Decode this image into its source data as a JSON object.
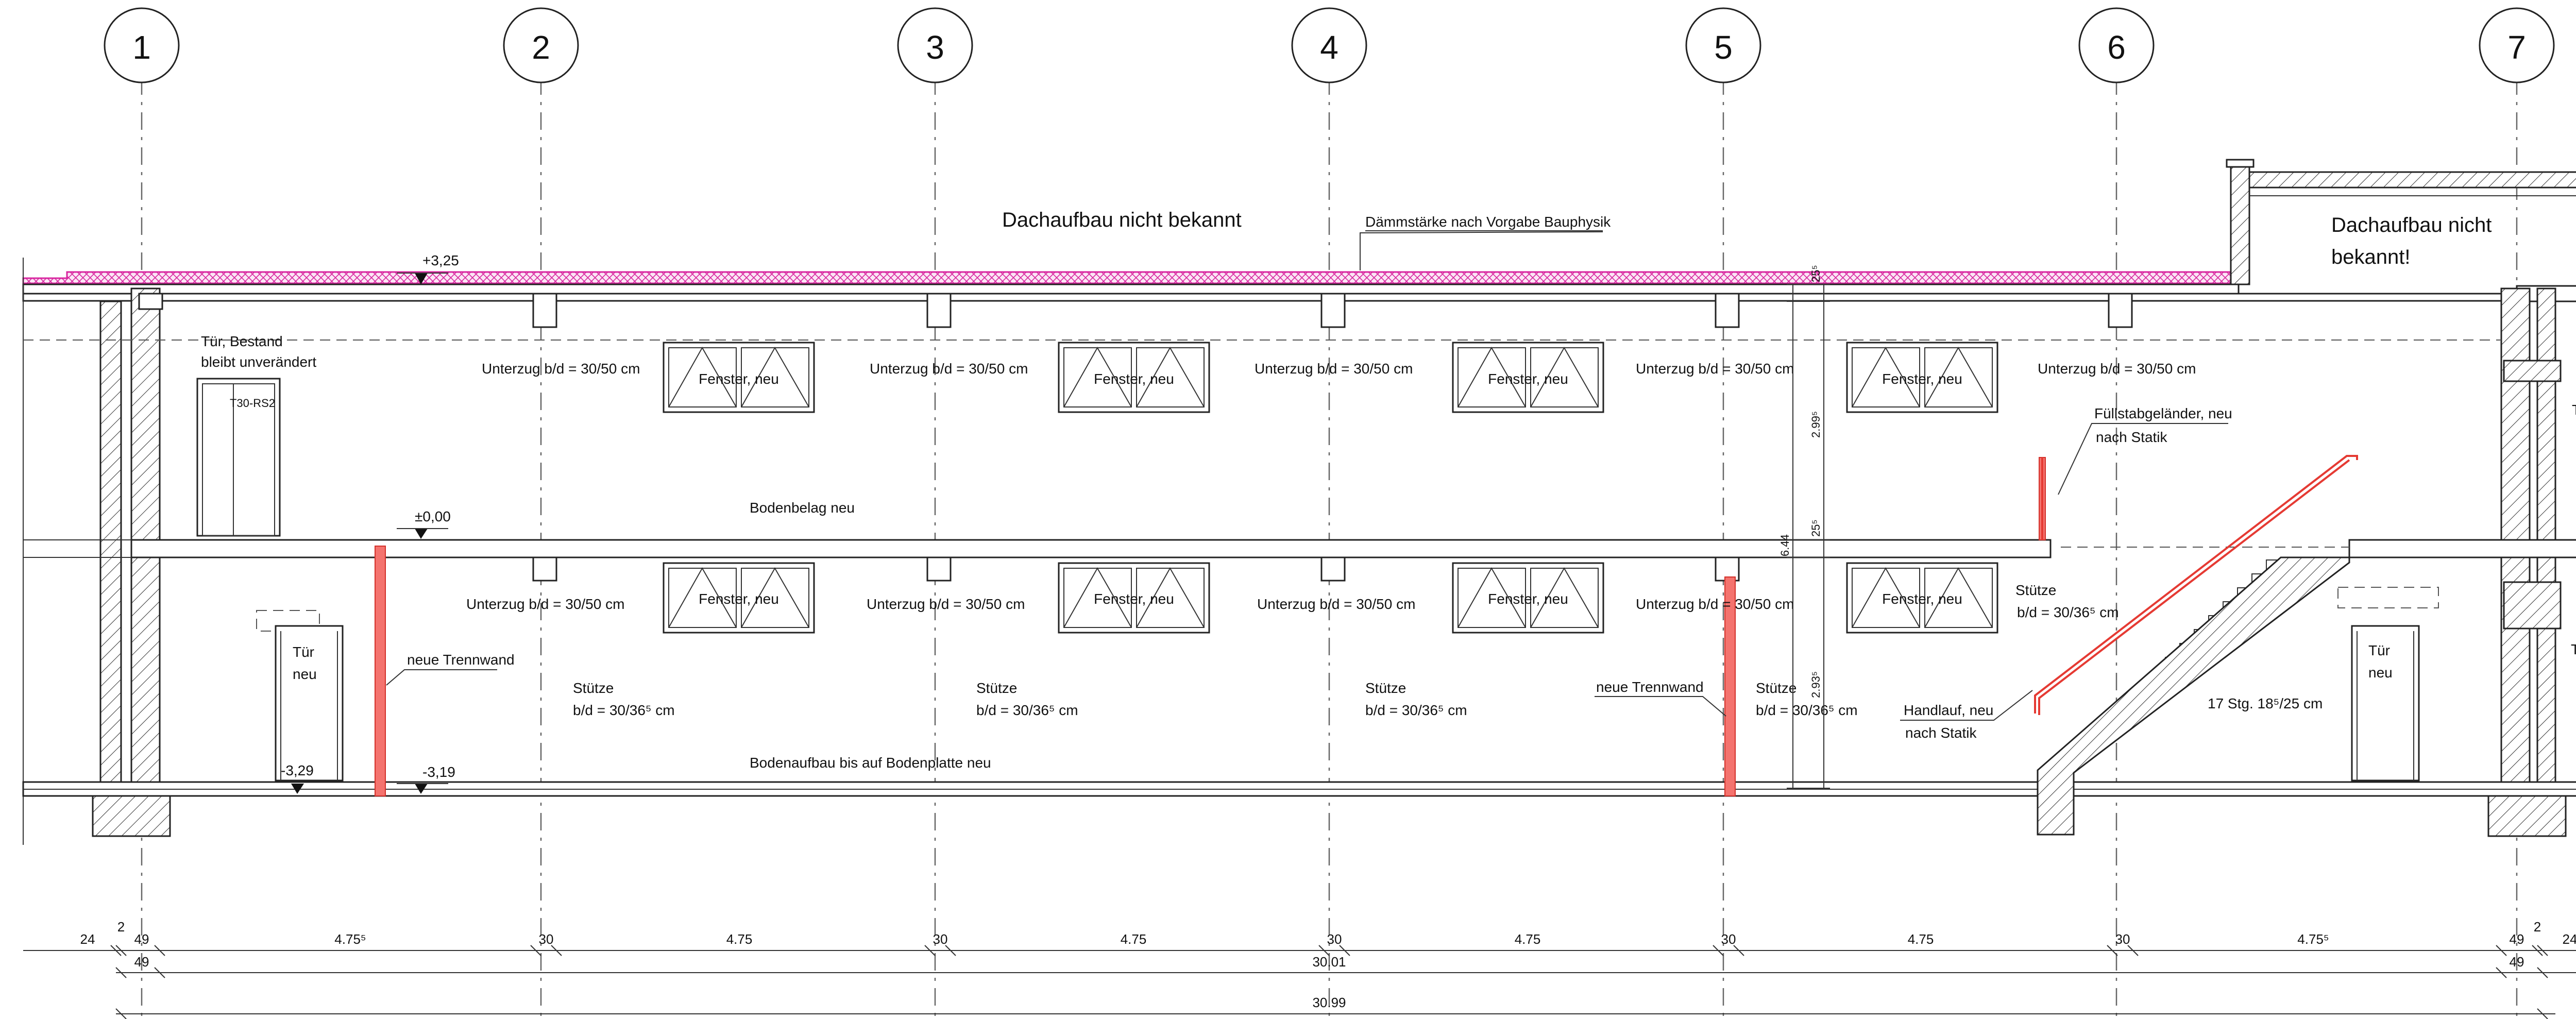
{
  "axes": [
    {
      "label": "1"
    },
    {
      "label": "2"
    },
    {
      "label": "3"
    },
    {
      "label": "4"
    },
    {
      "label": "5"
    },
    {
      "label": "6"
    },
    {
      "label": "7"
    }
  ],
  "roof": {
    "left_note": "Dachaufbau nicht bekannt",
    "insulation_note": "Dämmstärke nach Vorgabe Bauphysik",
    "right_note_line1": "Dachaufbau nicht",
    "right_note_line2": "bekannt!"
  },
  "levels": {
    "roof": "+3,25",
    "ground": "±0,00",
    "basement": "-3,19",
    "basement_door": "-3,29"
  },
  "upper_floor": {
    "door_note_line1": "Tür, Bestand",
    "door_note_line2": "bleibt unverändert",
    "door_tag": "T30-RS2",
    "beam_label": "Unterzug b/d = 30/50 cm",
    "window_label": "Fenster, neu",
    "floor_note": "Bodenbelag neu",
    "railing_note_line1": "Füllstabgeländer, neu",
    "railing_note_line2": "nach Statik",
    "right_door": "Tür, neu"
  },
  "lower_floor": {
    "door_line1": "Tür",
    "door_line2": "neu",
    "partition": "neue Trennwand",
    "column_line1": "Stütze",
    "column_line2": "b/d = 30/36⁵ cm",
    "floor_note": "Bodenaufbau bis auf Bodenplatte neu",
    "handrail_line1": "Handlauf, neu",
    "handrail_line2": "nach Statik",
    "stair": "17 Stg. 18⁵/25 cm",
    "right_door": "Tür, neu"
  },
  "vertical_dims": {
    "roof_slab": "25⁵",
    "upper_height": "2.99⁵",
    "mid_slab": "25⁵",
    "total": "6.44",
    "lower_height": "2.93⁵"
  },
  "dims_row1": [
    "24",
    "2",
    "49",
    "4.75⁵",
    "30",
    "4.75",
    "30",
    "4.75",
    "30",
    "4.75",
    "30",
    "4.75",
    "30",
    "4.75⁵",
    "49",
    "2",
    "24"
  ],
  "dims_row2": [
    "49",
    "30.01",
    "49"
  ],
  "dims_row3": [
    "30.99"
  ]
}
